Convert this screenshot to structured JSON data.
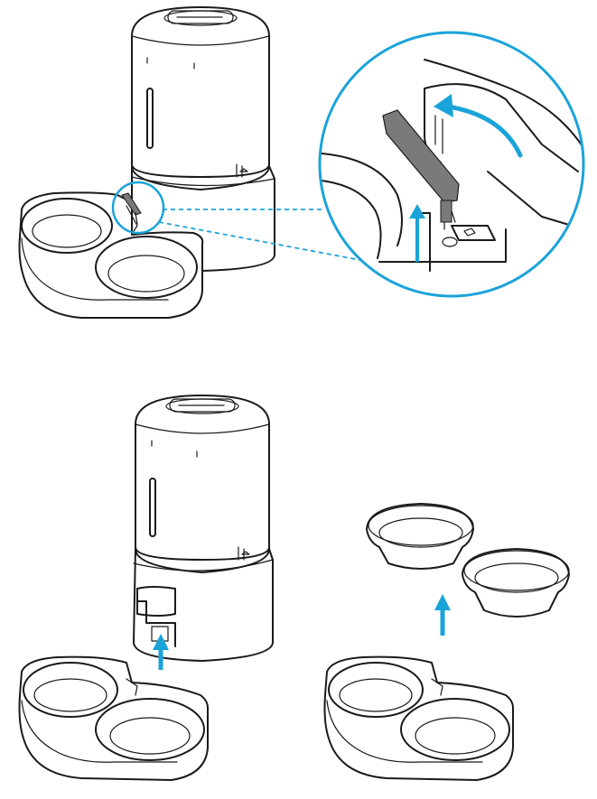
{
  "diagram": {
    "panels": [
      "unlock-latch-detail",
      "remove-bowl-tray",
      "lift-out-bowls"
    ],
    "colors": {
      "accent": "#1aa3d9",
      "line": "#1a1a1a",
      "latch": "#7a7a7a",
      "background": "#ffffff"
    },
    "icons": [
      "arrow-up-icon",
      "curved-arrow-icon",
      "magnifier-circle-icon"
    ]
  }
}
